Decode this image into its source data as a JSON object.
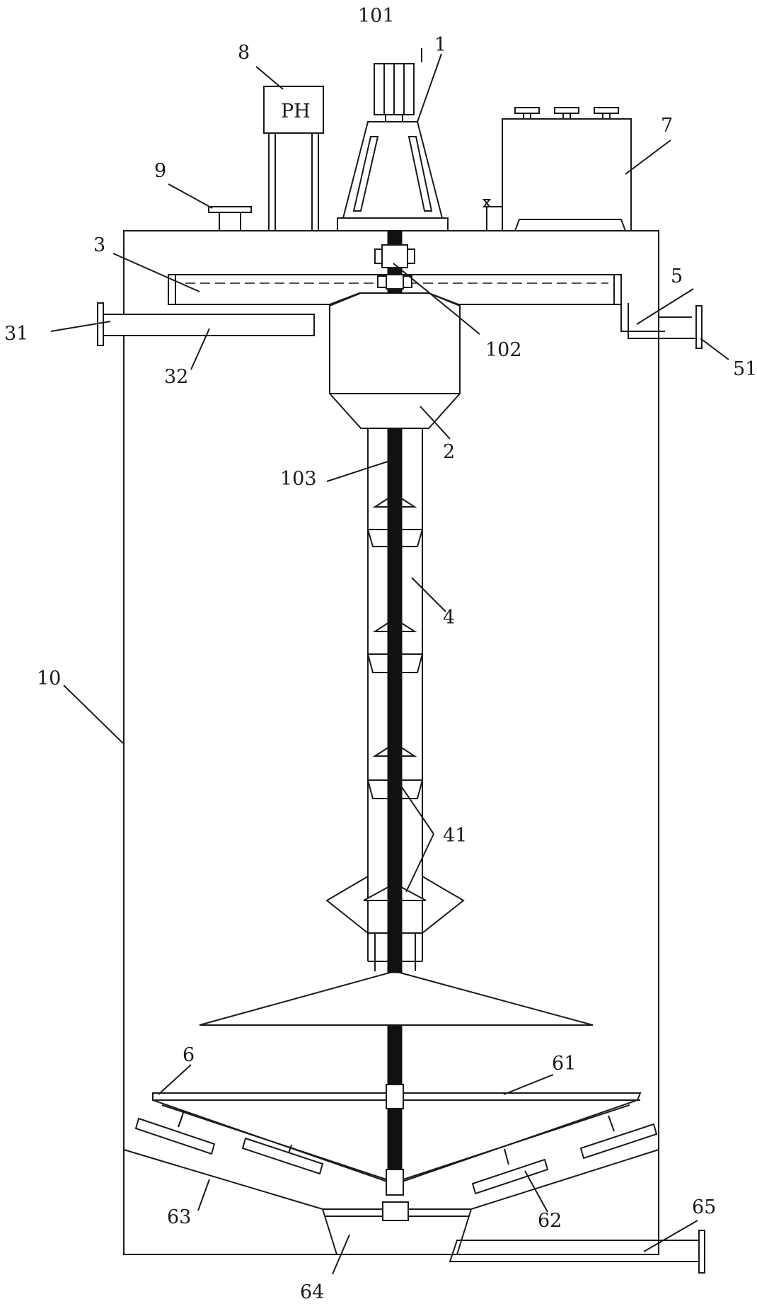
{
  "diagram": {
    "labels": {
      "l1": "1",
      "l101": "101",
      "l102": "102",
      "l103": "103",
      "l2": "2",
      "l3": "3",
      "l31": "31",
      "l32": "32",
      "l4": "4",
      "l41": "41",
      "l5": "5",
      "l51": "51",
      "l6": "6",
      "l61": "61",
      "l62": "62",
      "l63": "63",
      "l64": "64",
      "l65": "65",
      "l7": "7",
      "l8": "8",
      "l9": "9",
      "l10": "10",
      "ph": "PH"
    }
  }
}
